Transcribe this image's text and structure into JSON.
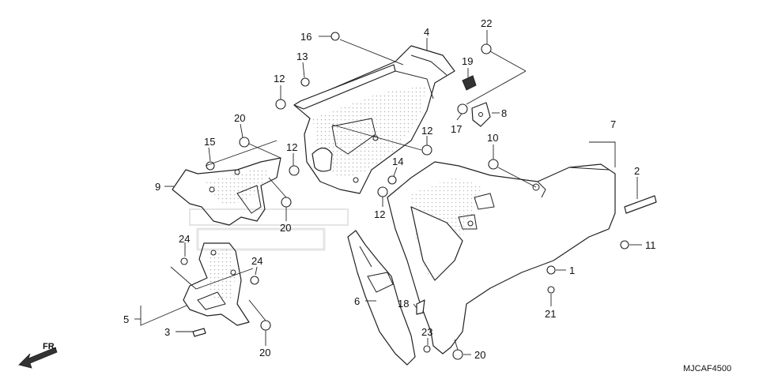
{
  "diagram": {
    "code": "MJCAF4500",
    "direction_label": "FR.",
    "callouts": [
      {
        "id": "c1",
        "text": "1"
      },
      {
        "id": "c2",
        "text": "2"
      },
      {
        "id": "c3",
        "text": "3"
      },
      {
        "id": "c4",
        "text": "4"
      },
      {
        "id": "c5",
        "text": "5"
      },
      {
        "id": "c6",
        "text": "6"
      },
      {
        "id": "c7",
        "text": "7"
      },
      {
        "id": "c8",
        "text": "8"
      },
      {
        "id": "c9",
        "text": "9"
      },
      {
        "id": "c10",
        "text": "10"
      },
      {
        "id": "c11",
        "text": "11"
      },
      {
        "id": "c12a",
        "text": "12"
      },
      {
        "id": "c12b",
        "text": "12"
      },
      {
        "id": "c12c",
        "text": "12"
      },
      {
        "id": "c12d",
        "text": "12"
      },
      {
        "id": "c13",
        "text": "13"
      },
      {
        "id": "c14",
        "text": "14"
      },
      {
        "id": "c15",
        "text": "15"
      },
      {
        "id": "c16",
        "text": "16"
      },
      {
        "id": "c17",
        "text": "17"
      },
      {
        "id": "c18",
        "text": "18"
      },
      {
        "id": "c19",
        "text": "19"
      },
      {
        "id": "c20a",
        "text": "20"
      },
      {
        "id": "c20b",
        "text": "20"
      },
      {
        "id": "c20c",
        "text": "20"
      },
      {
        "id": "c20d",
        "text": "20"
      },
      {
        "id": "c21",
        "text": "21"
      },
      {
        "id": "c22",
        "text": "22"
      },
      {
        "id": "c23",
        "text": "23"
      },
      {
        "id": "c24a",
        "text": "24"
      },
      {
        "id": "c24b",
        "text": "24"
      }
    ]
  }
}
